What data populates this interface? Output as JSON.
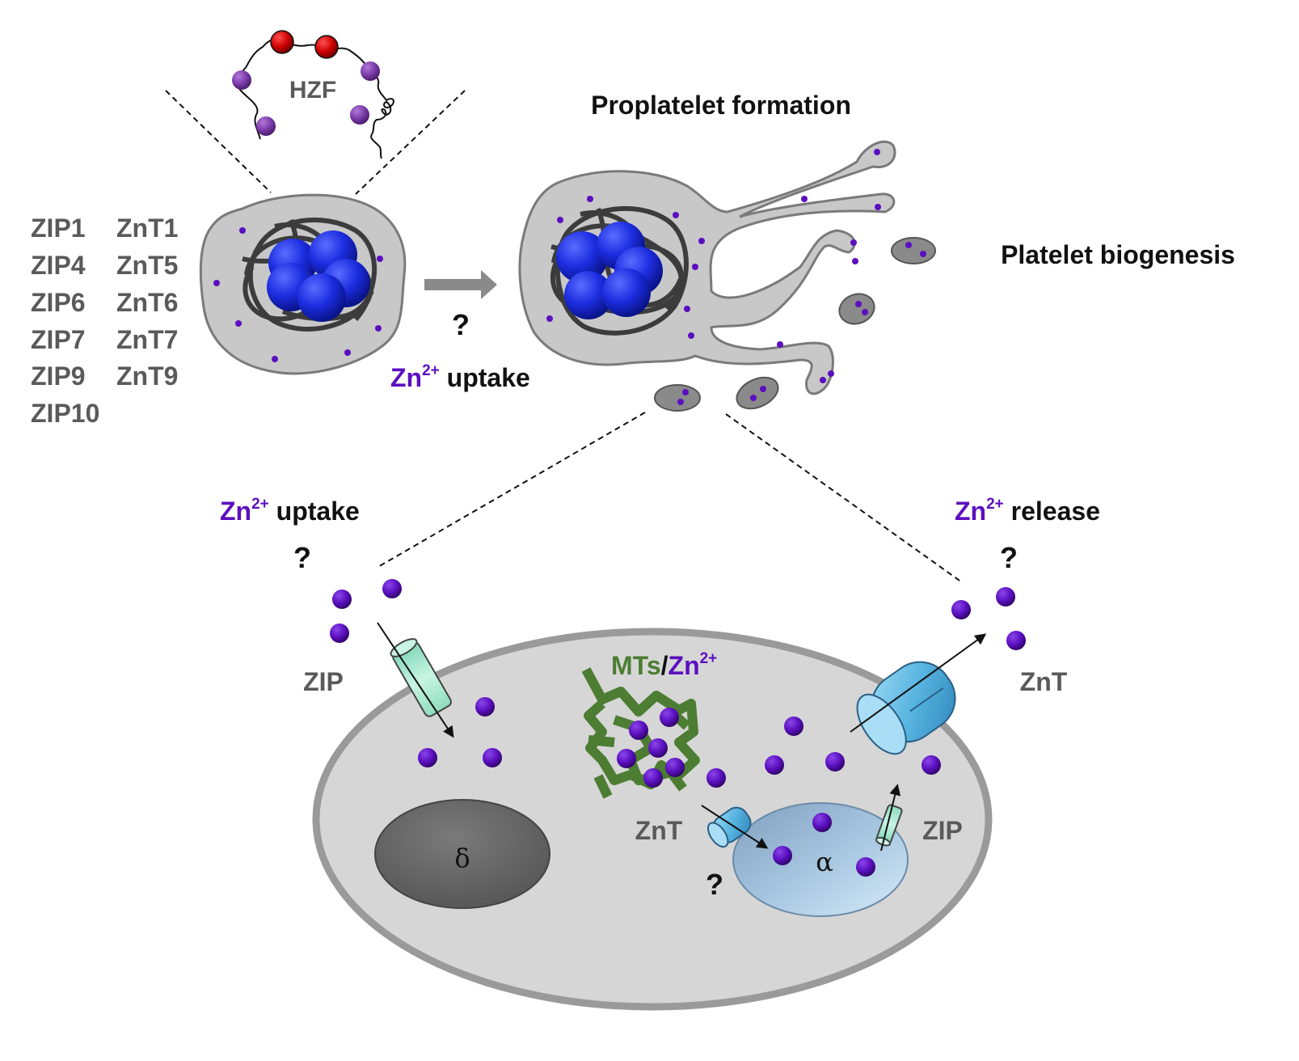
{
  "labels": {
    "hzf": "HZF",
    "proplatelet": "Proplatelet formation",
    "biogenesis": "Platelet biogenesis",
    "zip_list": [
      "ZIP1",
      "ZIP4",
      "ZIP6",
      "ZIP7",
      "ZIP9",
      "ZIP10"
    ],
    "znt_list": [
      "ZnT1",
      "ZnT5",
      "ZnT6",
      "ZnT7",
      "ZnT9"
    ],
    "question": "?",
    "zn": "Zn",
    "charge": "2+",
    "uptake": "uptake",
    "release": "release",
    "zip": "ZIP",
    "znt": "ZnT",
    "mts": "MTs",
    "slash": "/",
    "delta": "δ",
    "alpha": "α"
  },
  "colors": {
    "zinc": "#5b0fc0",
    "nucleus": "#1a2fe0",
    "cytoplasm": "#c8c8c8",
    "metallothionein": "#4c7d32",
    "zip_channel": "#a8e6d0",
    "znt_transporter": "#58b4e0",
    "hzf_red": "#cc0000",
    "hzf_purple": "#7a3aa8"
  }
}
